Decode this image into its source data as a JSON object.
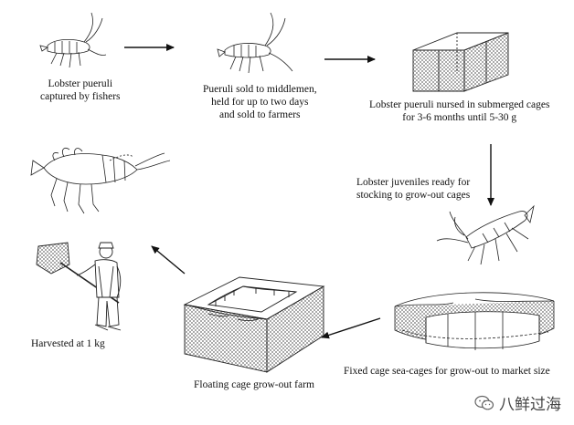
{
  "steps": {
    "captured": {
      "line1": "Lobster pueruli",
      "line2": "captured by fishers"
    },
    "sold": {
      "line1": "Pueruli sold to middlemen,",
      "line2": "held for up to two days",
      "line3": "and sold to farmers"
    },
    "nursed": {
      "line1": "Lobster pueruli nursed in submerged cages",
      "line2": "for 3-6 months until 5-30 g"
    },
    "juveniles": {
      "line1": "Lobster juveniles ready for",
      "line2": "stocking to grow-out cages"
    },
    "fixed_cage": {
      "line1": "Fixed cage sea-cages for grow-out to market size"
    },
    "floating_cage": {
      "line1": "Floating cage grow-out farm"
    },
    "harvested": {
      "line1": "Harvested at 1 kg"
    }
  },
  "watermark": {
    "text": "八鲜过海",
    "icon": "wechat-icon"
  }
}
